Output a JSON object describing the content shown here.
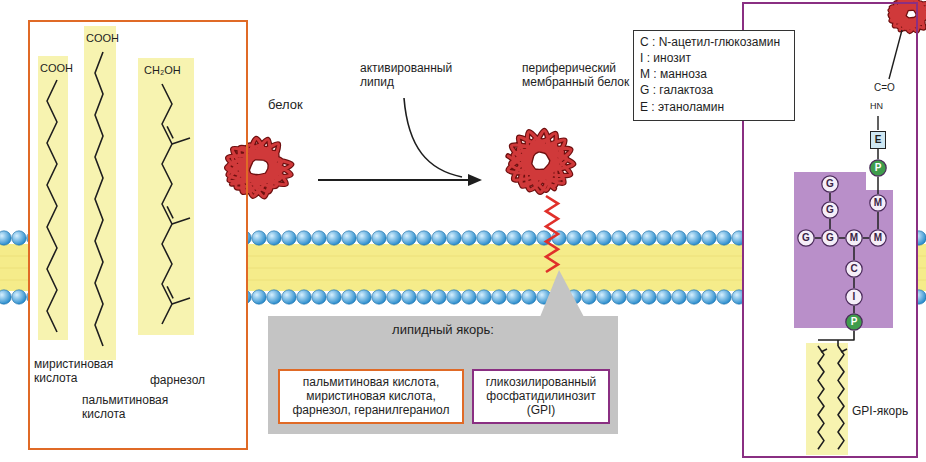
{
  "diagram": {
    "nodes": [
      {
        "text": [
          "COOH",
          "COOH",
          "CH₂OH",
          "миристиновая кислота",
          "пальмитиновая кислота",
          "фарнезол"
        ]
      },
      {
        "text": [
          "липидный якорь:"
        ]
      },
      {
        "text": [
          "пальмитиновая кислота, миристиновая кислота, фарнезол, геранилгераниол"
        ],
        "in": 1
      },
      {
        "text": [
          "гликозилированный фосфатидилинозит (GPI)"
        ],
        "in": 1
      },
      {
        "text": [
          "C : N-ацетил-глюкозамин",
          "I : инозит",
          "M : манноза",
          "G : галактоза",
          "E : этаноламин"
        ]
      },
      {
        "text": [
          "GPI-якорь"
        ]
      },
      {
        "text": [
          "E"
        ],
        "in": 5
      },
      {
        "text": [
          "P"
        ],
        "in": 5
      },
      {
        "text": [
          "M"
        ],
        "in": 5
      },
      {
        "text": [
          "G"
        ],
        "in": 5
      },
      {
        "text": [
          "G"
        ],
        "in": 5
      },
      {
        "text": [
          "G"
        ],
        "in": 5
      },
      {
        "text": [
          "G"
        ],
        "in": 5
      },
      {
        "text": [
          "M"
        ],
        "in": 5
      },
      {
        "text": [
          "M"
        ],
        "in": 5
      },
      {
        "text": [
          "C"
        ],
        "in": 5
      },
      {
        "text": [
          "I"
        ],
        "in": 5
      },
      {
        "text": [
          "P"
        ],
        "in": 5
      }
    ],
    "edges": [
      {
        "from": 6,
        "to": 7,
        "arrow": "none"
      },
      {
        "from": 7,
        "to": 8,
        "arrow": "none"
      },
      {
        "from": 8,
        "to": 14,
        "arrow": "none"
      },
      {
        "from": 14,
        "to": 13,
        "arrow": "none"
      },
      {
        "from": 13,
        "to": 12,
        "arrow": "none"
      },
      {
        "from": 12,
        "to": 11,
        "arrow": "none"
      },
      {
        "from": 12,
        "to": 10,
        "arrow": "none"
      },
      {
        "from": 10,
        "to": 9,
        "arrow": "none"
      },
      {
        "from": 13,
        "to": 15,
        "arrow": "none"
      },
      {
        "from": 15,
        "to": 16,
        "arrow": "none"
      },
      {
        "from": 16,
        "to": 17,
        "arrow": "none"
      }
    ],
    "labels": [
      "белок",
      "активированный липид",
      "периферический мембранный белок",
      "C=O",
      "HN"
    ]
  }
}
